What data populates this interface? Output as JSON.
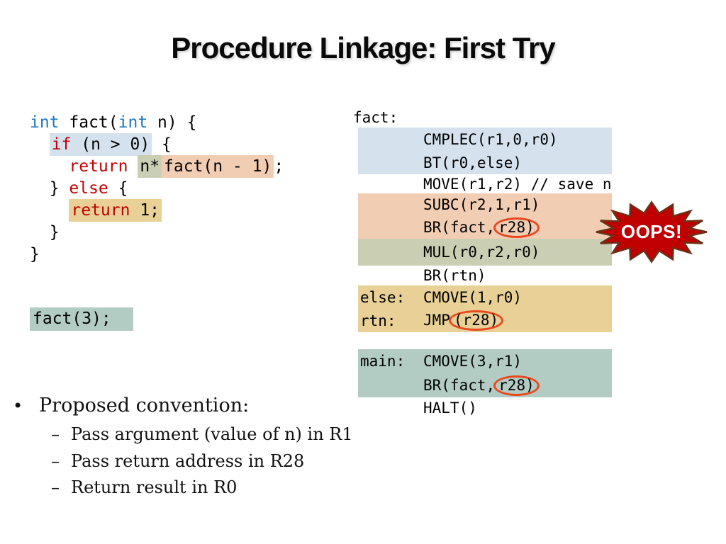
{
  "title": "Procedure Linkage: First Try",
  "colors": {
    "highlight_blue": "#d5e2ee",
    "highlight_salmon": "#f1cdb3",
    "highlight_green": "#cacfb4",
    "highlight_tan": "#e8d096",
    "highlight_teal": "#b3ccc3",
    "keyword_red": "#c00000",
    "keyword_blue": "#1f78be",
    "circle_orange": "#e8491f",
    "oops_fill": "#c00000",
    "oops_border": "#6b3016"
  },
  "c_code": {
    "l1s0": "int",
    "l1s1": " fact(",
    "l1s2": "int",
    "l1s3": " n) {",
    "l2s0": "  ",
    "l2s1": "if",
    "l2s2": " (n > 0)",
    "l2s3": " {",
    "l3s0": "    ",
    "l3s1": "return",
    "l3s2": " ",
    "l3s3": "n*",
    "l3s4": "fact(n - 1)",
    "l3s5": ";",
    "l4s0": "  } ",
    "l4s1": "else",
    "l4s2": " {",
    "l5s0": "    ",
    "l5s1": "return",
    "l5s2": " 1;",
    "l6": "  }",
    "l7": "}"
  },
  "call_line": "fact(3);",
  "asm": {
    "heading": "fact:",
    "rows": [
      {
        "label": "",
        "pre": "CMPLEC(r1,0,r0)",
        "circ": "",
        "post": ""
      },
      {
        "label": "",
        "pre": "BT(r0,else)",
        "circ": "",
        "post": ""
      },
      {
        "label": "",
        "pre": "MOVE(r1,r2) // save n",
        "circ": "",
        "post": ""
      },
      {
        "label": "",
        "pre": "SUBC(r2,1,r1)",
        "circ": "",
        "post": ""
      },
      {
        "label": "",
        "pre": "BR(fact,",
        "circ": "r28)",
        "post": ""
      },
      {
        "label": "",
        "pre": "MUL(r0,r2,r0)",
        "circ": "",
        "post": ""
      },
      {
        "label": "",
        "pre": "BR(rtn)",
        "circ": "",
        "post": ""
      },
      {
        "label": "else:",
        "pre": "CMOVE(1,r0)",
        "circ": "",
        "post": ""
      },
      {
        "label": "rtn:",
        "pre": "JMP",
        "circ": "(r28)",
        "post": ""
      },
      {
        "label": "main:",
        "pre": "CMOVE(3,r1)",
        "circ": "",
        "post": ""
      },
      {
        "label": "",
        "pre": "BR(fact,",
        "circ": "r28)",
        "post": ""
      },
      {
        "label": "",
        "pre": "HALT()",
        "circ": "",
        "post": ""
      }
    ]
  },
  "oops": "OOPS!",
  "bullets": {
    "marker": "•",
    "dash": "–",
    "title": "Proposed convention:",
    "items": [
      "Pass argument (value of n) in R1",
      "Pass return address in R28",
      "Return result in R0"
    ]
  }
}
